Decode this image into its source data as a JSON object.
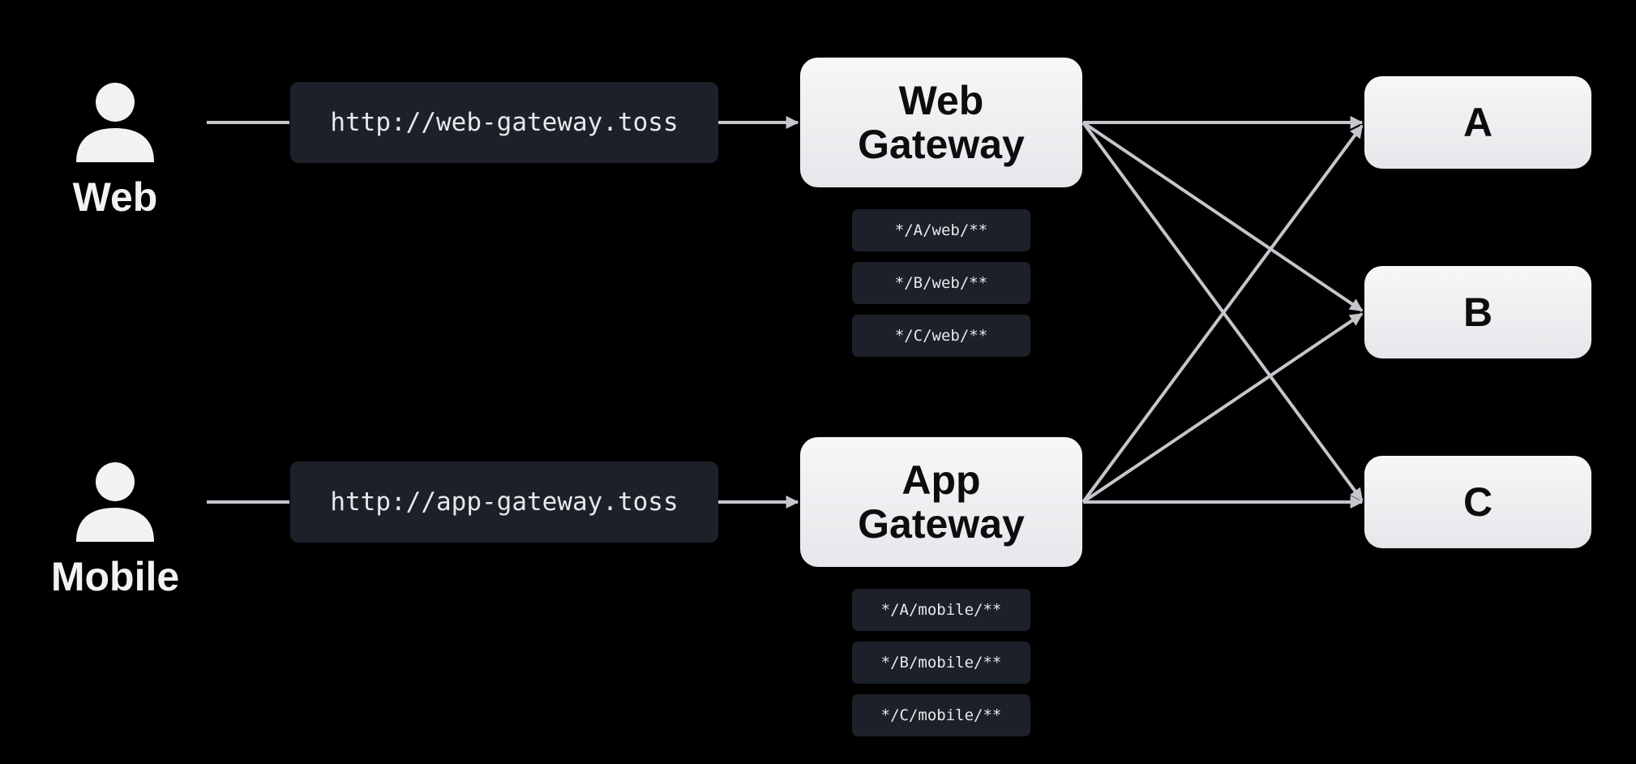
{
  "clients": [
    {
      "id": "web",
      "label": "Web",
      "icon": "user-icon"
    },
    {
      "id": "mobile",
      "label": "Mobile",
      "icon": "user-icon"
    }
  ],
  "urls": [
    "http://web-gateway.toss",
    "http://app-gateway.toss"
  ],
  "gateways": [
    {
      "line1": "Web",
      "line2": "Gateway",
      "routes": [
        "*/A/web/**",
        "*/B/web/**",
        "*/C/web/**"
      ]
    },
    {
      "line1": "App",
      "line2": "Gateway",
      "routes": [
        "*/A/mobile/**",
        "*/B/mobile/**",
        "*/C/mobile/**"
      ]
    }
  ],
  "services": [
    "A",
    "B",
    "C"
  ],
  "colors": {
    "background": "#000000",
    "connector": "#c4c6cb",
    "dark_box": "#1c2029",
    "light_box": "#eeeff1"
  }
}
